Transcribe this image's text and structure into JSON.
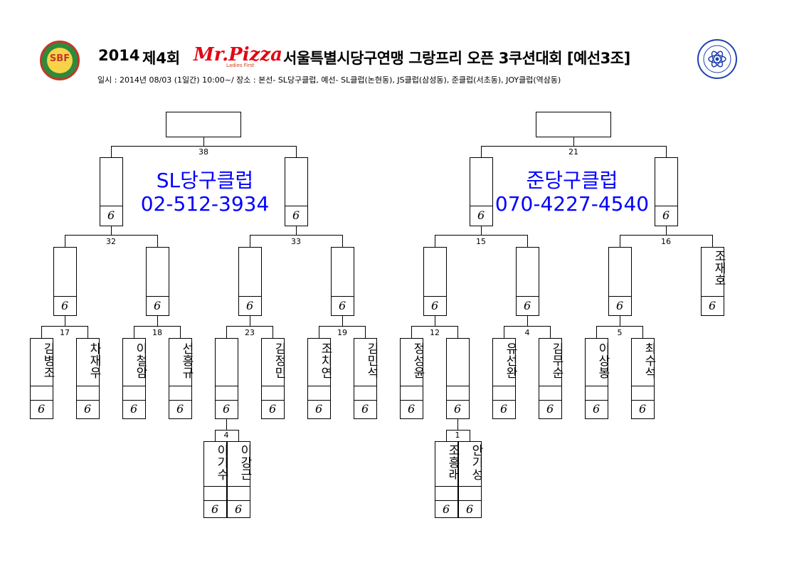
{
  "header": {
    "year": "2014",
    "edition": "제4회",
    "brand": "Mr.Pizza",
    "brand_tagline": "Ladies First",
    "event": "서울특별시당구연맹 그랑프리 오픈 3쿠션대회 [예선3조]",
    "left_logo_text": "SBF",
    "subtitle": "일시 : 2014년 08/03 (1일간) 10:00~/ 장소 : 본선- SL당구클럽, 예선- SL클럽(논현동), JS클럽(삼성동), 준클럽(서초동), JOY클럽(역삼동)"
  },
  "colors": {
    "brand_red": "#e30613",
    "club_blue": "#0000ff",
    "logo_green": "#2e8b3a"
  },
  "score_glyph": "6",
  "clubs": {
    "left": {
      "name": "SL당구클럽",
      "phone": "02-512-3934"
    },
    "right": {
      "name": "준당구클럽",
      "phone": "070-4227-4540"
    }
  },
  "match_numbers": {
    "m38": "38",
    "m21": "21",
    "m32": "32",
    "m33": "33",
    "m15": "15",
    "m16": "16",
    "m17": "17",
    "m18": "18",
    "m23": "23",
    "m19": "19",
    "m12": "12",
    "m4b": "4",
    "m5": "5",
    "m4a": "4",
    "m1": "1"
  },
  "players": {
    "p1": "김병조",
    "p2": "차재우",
    "p3": "이철암",
    "p4": "선흥규",
    "p5": "김정민",
    "p6": "조치연",
    "p7": "김민석",
    "p8": "이기수",
    "p9": "이강근",
    "p10": "정성윤",
    "p11": "유선완",
    "p12": "김무순",
    "p13": "이상봉",
    "p14": "최수석",
    "p15": "조재호",
    "p16": "조흥래",
    "p17": "안기성"
  }
}
